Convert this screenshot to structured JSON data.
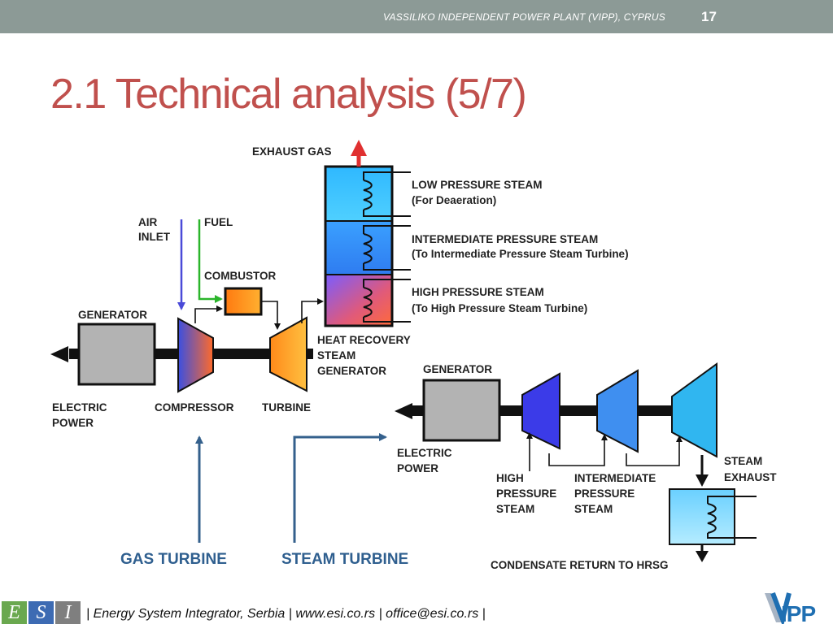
{
  "header": {
    "text": "VASSILIKO INDEPENDENT POWER PLANT (VIPP), CYPRUS",
    "page_number": "17"
  },
  "title": "2.1 Technical analysis (5/7)",
  "diagram": {
    "gas": {
      "exhaust_gas": "EXHAUST GAS",
      "air_inlet": [
        "AIR",
        "INLET"
      ],
      "fuel": "FUEL",
      "combustor": "COMBUSTOR",
      "generator": "GENERATOR",
      "compressor": "COMPRESSOR",
      "turbine": "TURBINE",
      "electric_power": [
        "ELECTRIC",
        "POWER"
      ],
      "hrsg": [
        "HEAT RECOVERY",
        "STEAM",
        "GENERATOR"
      ]
    },
    "steam_outputs": {
      "low": [
        "LOW PRESSURE STEAM",
        "(For Deaeration)"
      ],
      "intermediate": [
        "INTERMEDIATE PRESSURE STEAM",
        "(To Intermediate Pressure Steam Turbine)"
      ],
      "high": [
        "HIGH PRESSURE STEAM",
        "(To High Pressure Steam Turbine)"
      ]
    },
    "steam": {
      "generator": "GENERATOR",
      "electric_power": [
        "ELECTRIC",
        "POWER"
      ],
      "high_pressure_steam": [
        "HIGH",
        "PRESSURE",
        "STEAM"
      ],
      "intermediate_pressure_steam": [
        "INTERMEDIATE",
        "PRESSURE",
        "STEAM"
      ],
      "steam_exhaust": [
        "STEAM",
        "EXHAUST"
      ],
      "condensate_return": "CONDENSATE RETURN TO HRSG"
    },
    "section_labels": {
      "gas_turbine": "GAS TURBINE",
      "steam_turbine": "STEAM TURBINE"
    }
  },
  "footer": {
    "logo_letters": [
      "E",
      "S",
      "I"
    ],
    "text": "| Energy System Integrator, Serbia | www.esi.co.rs | office@esi.co.rs |",
    "vipp_logo": "VIPP"
  },
  "colors": {
    "header_bar": "#8c9a96",
    "title": "#c0504d",
    "section_label": "#2f5f8f",
    "esi_green": "#6aa84f",
    "esi_blue": "#3d6bb3",
    "esi_grey": "#7f7f7f",
    "vipp_blue": "#1f6fb2"
  }
}
